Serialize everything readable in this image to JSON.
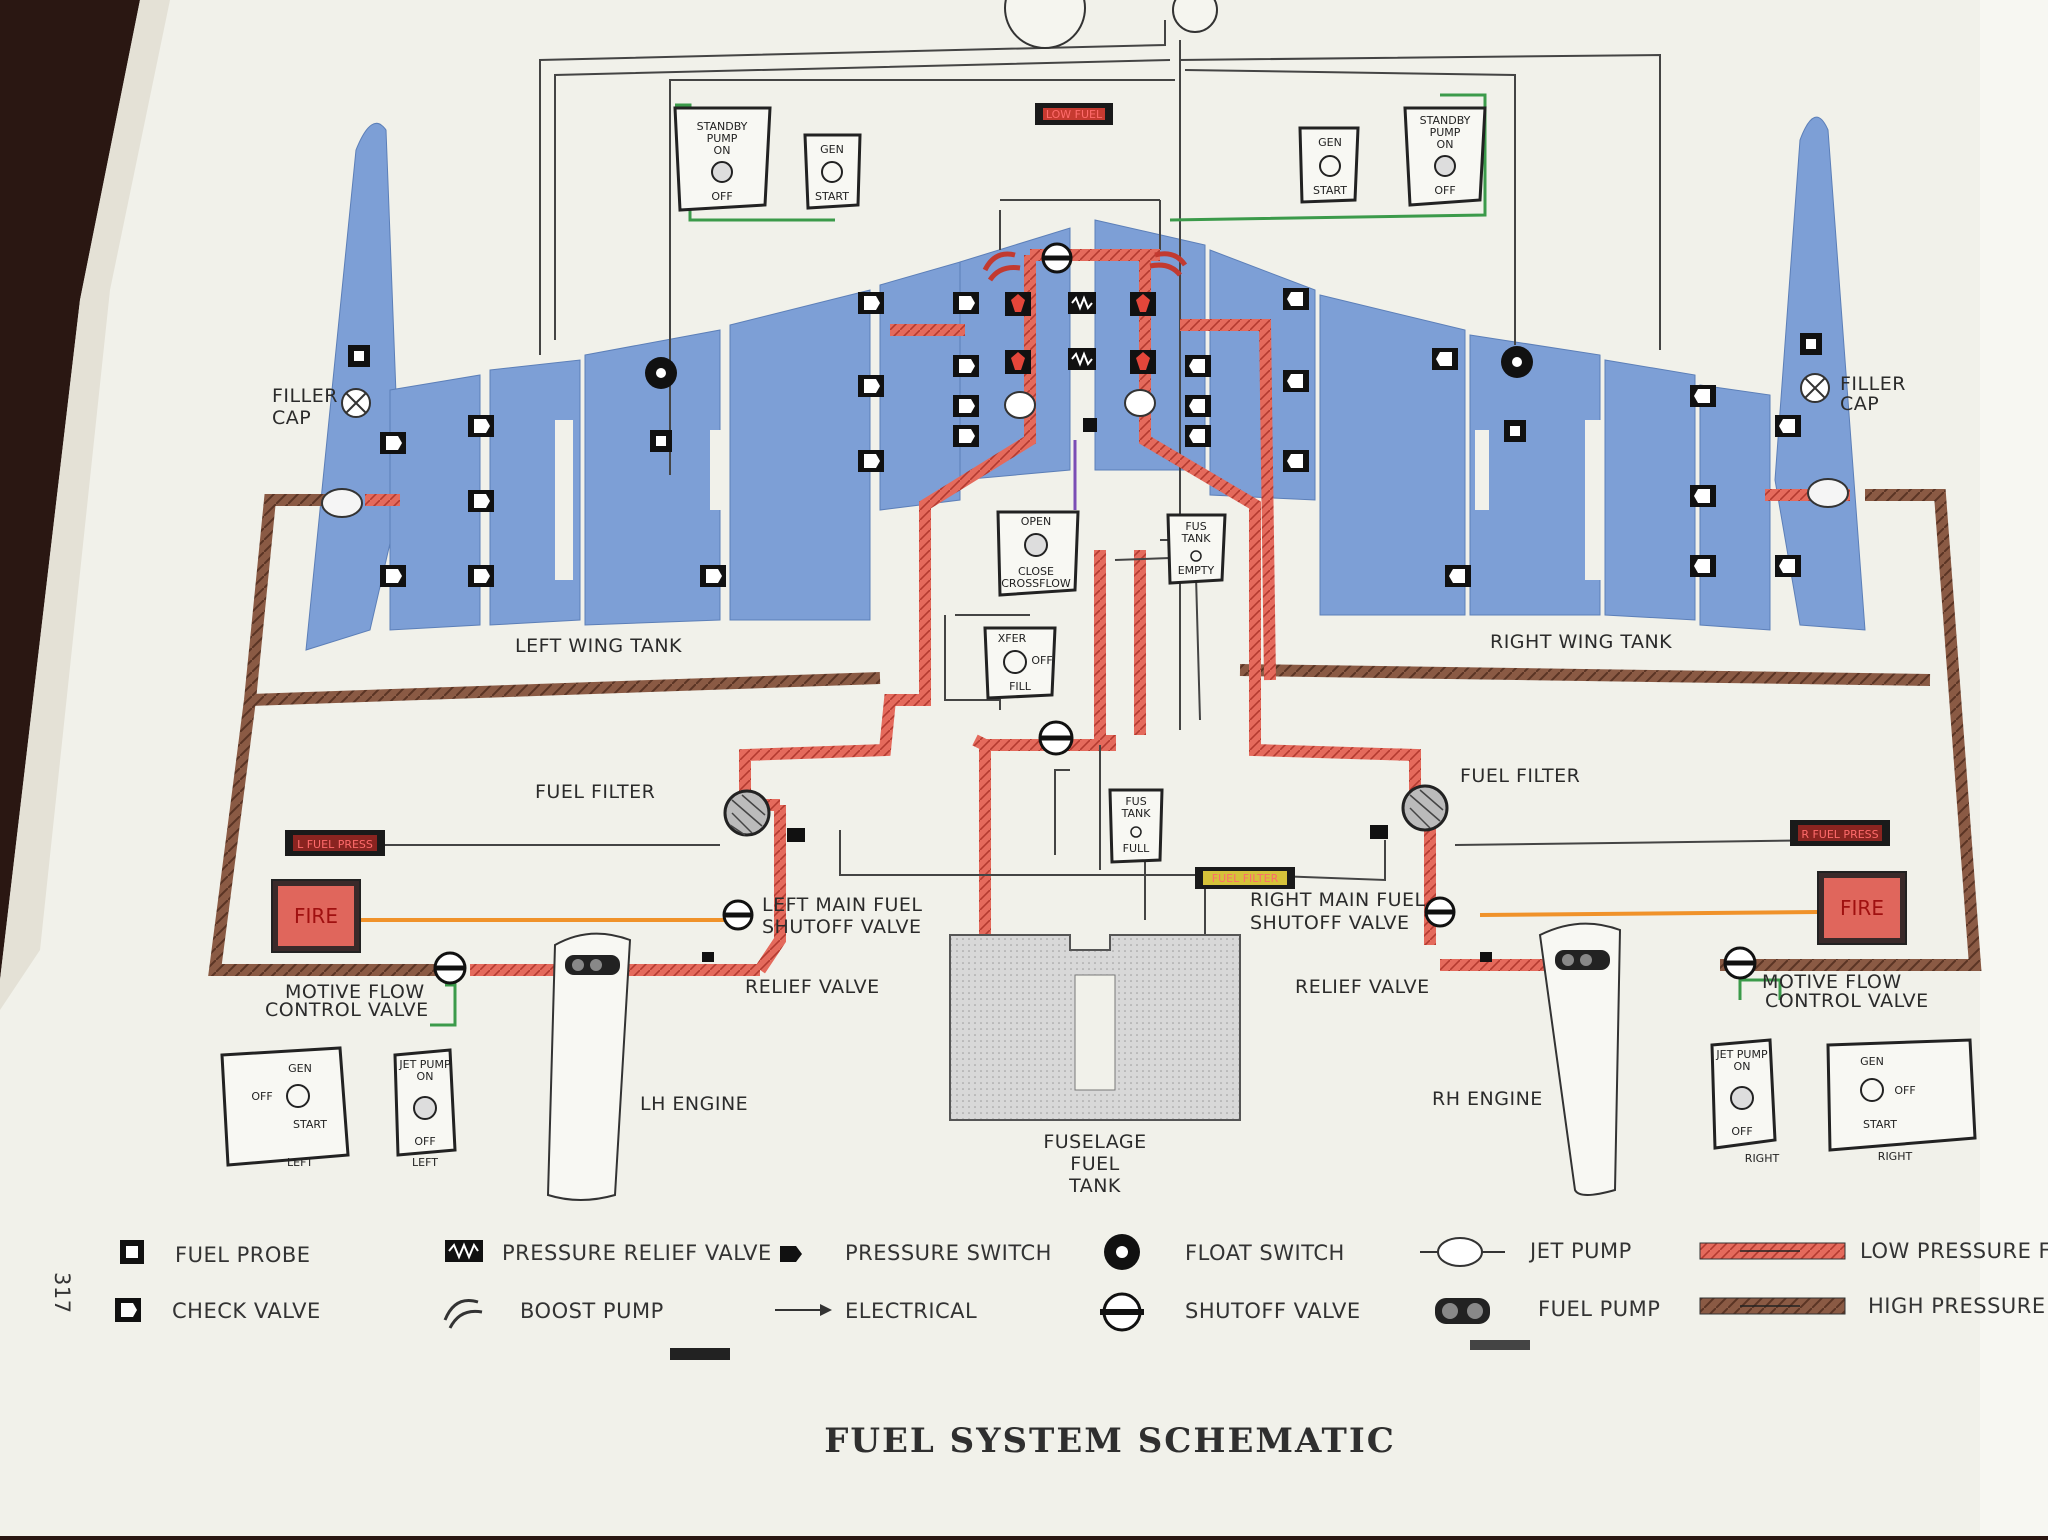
{
  "title": "FUEL SYSTEM SCHEMATIC",
  "page_number": "317",
  "labels": {
    "left_wing_tank": "LEFT WING TANK",
    "right_wing_tank": "RIGHT WING TANK",
    "filler_cap": "FILLER",
    "filler_cap_2": "CAP",
    "fuel_filter": "FUEL FILTER",
    "left_main_shutoff_1": "LEFT MAIN FUEL",
    "left_main_shutoff_2": "SHUTOFF VALVE",
    "right_main_shutoff_1": "RIGHT MAIN FUEL",
    "right_main_shutoff_2": "SHUTOFF VALVE",
    "relief_valve": "RELIEF VALVE",
    "motive_flow_1": "MOTIVE FLOW",
    "motive_flow_2": "CONTROL VALVE",
    "lh_engine": "LH ENGINE",
    "rh_engine": "RH ENGINE",
    "fuselage_1": "FUSELAGE",
    "fuselage_2": "FUEL",
    "fuselage_3": "TANK"
  },
  "annunciators": {
    "low_fuel": "LOW FUEL",
    "l_fuel_press": "L FUEL PRESS",
    "r_fuel_press": "R FUEL PRESS",
    "fuel_filter": "FUEL FILTER",
    "fire": "FIRE"
  },
  "switches": {
    "standby_pump": [
      "STANDBY",
      "PUMP",
      "ON",
      "OFF"
    ],
    "gen": [
      "GEN",
      "START"
    ],
    "off": "OFF",
    "crossflow": [
      "OPEN",
      "CLOSE",
      "CROSSFLOW"
    ],
    "xfer": [
      "XFER",
      "OFF",
      "FILL"
    ],
    "fus_tank_empty": [
      "FUS",
      "TANK",
      "EMPTY"
    ],
    "fus_tank_full": [
      "FUS",
      "TANK",
      "FULL"
    ],
    "jet_pump": [
      "JET PUMP",
      "ON",
      "OFF"
    ],
    "left": "LEFT",
    "right": "RIGHT"
  },
  "legend": {
    "fuel_probe": "FUEL PROBE",
    "check_valve": "CHECK VALVE",
    "pressure_relief_valve": "PRESSURE RELIEF VALVE",
    "boost_pump": "BOOST PUMP",
    "pressure_switch": "PRESSURE SWITCH",
    "electrical": "ELECTRICAL",
    "float_switch": "FLOAT SWITCH",
    "shutoff_valve": "SHUTOFF VALVE",
    "jet_pump": "JET PUMP",
    "fuel_pump": "FUEL PUMP",
    "low_pressure": "LOW PRESSURE F",
    "high_pressure": "HIGH PRESSURE F"
  },
  "colors": {
    "paper": "#f1f1ea",
    "wing_blue": "#6f95cf",
    "low_pressure_red": "#e05a4e",
    "high_pressure_brown": "#7a4a3a",
    "green_wire": "#3b9a4a",
    "orange_wire": "#f0922a",
    "purple_wire": "#7b4db5"
  }
}
